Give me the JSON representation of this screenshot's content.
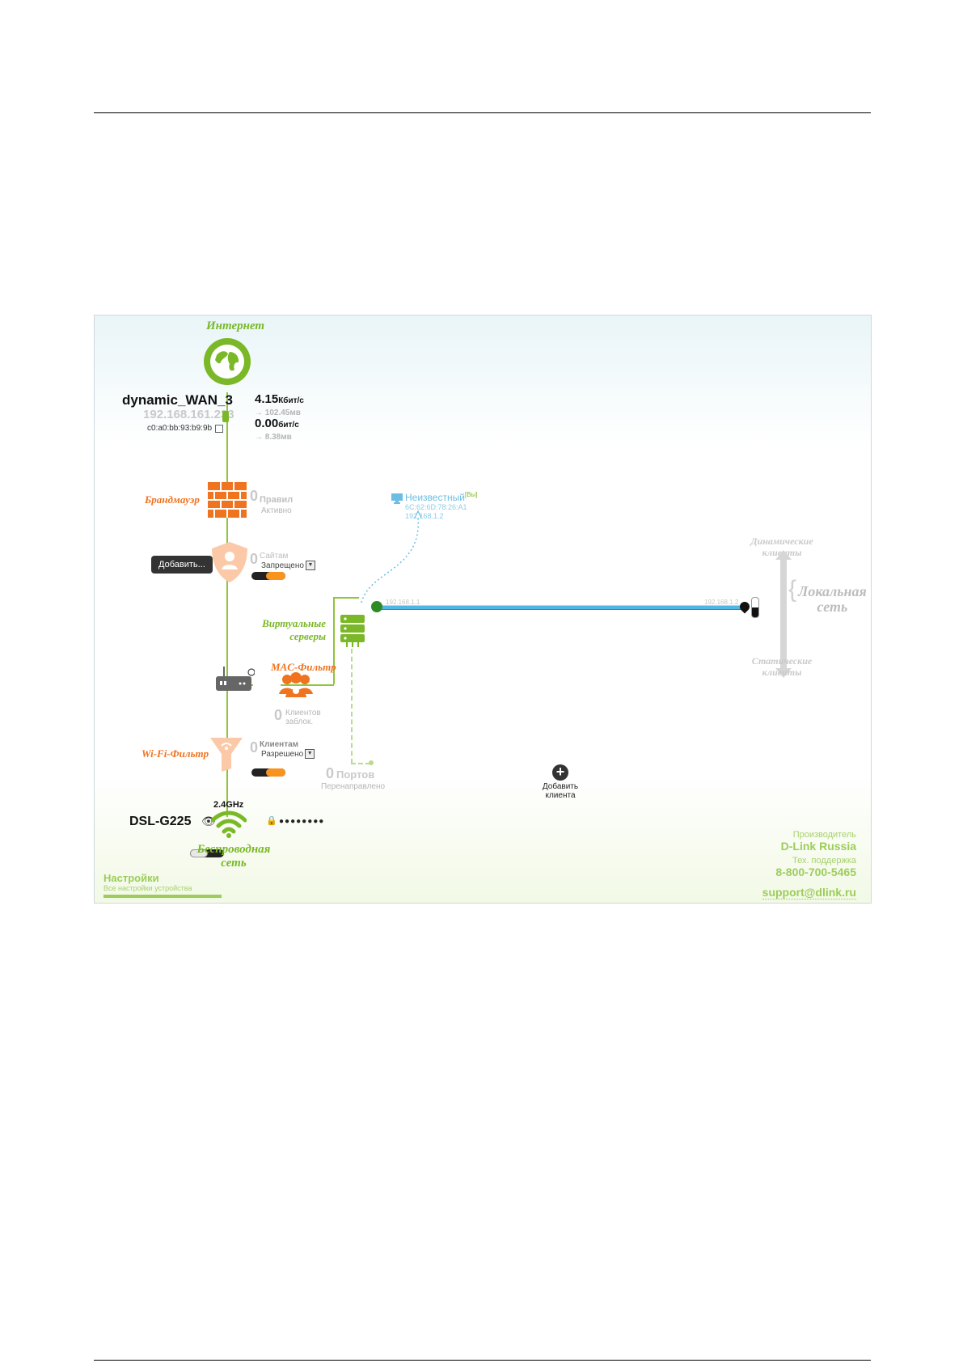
{
  "internet": {
    "title": "Интернет"
  },
  "wan": {
    "name": "dynamic_WAN_3",
    "ip": "192.168.161.233",
    "mac": "c0:a0:bb:93:b9:9b",
    "down_rate": "4.15",
    "down_unit": "Кбит/с",
    "down_total": "→ 102.45мв",
    "up_rate": "0.00",
    "up_unit": "бит/с",
    "up_total": "→ 8.38мв"
  },
  "firewall": {
    "title": "Брандмауэр",
    "count": "0",
    "label": "Правил",
    "sublabel": "Активно"
  },
  "parental": {
    "count": "0",
    "label": "Сайтам",
    "select_value": "Запрещено",
    "tooltip": "Добавить..."
  },
  "virtual_servers": {
    "title_line1": "Виртуальные",
    "title_line2": "серверы",
    "count": "0",
    "label": "Портов",
    "sublabel": "Перенаправлено"
  },
  "mac_filter": {
    "title": "MAC-Фильтр",
    "count": "0",
    "label_line1": "Клиентов",
    "label_line2": "заблок."
  },
  "wifi_filter": {
    "title": "Wi-Fi-Фильтр",
    "count": "0",
    "label": "Клиентам",
    "select_value": "Разрешено"
  },
  "wireless": {
    "band": "2.4GHz",
    "ssid": "DSL-G225",
    "password_mask": "●●●●●●●●",
    "title_line1": "Беспроводная",
    "title_line2": "сеть"
  },
  "unknown_client": {
    "name": "Неизвестный",
    "badge": "[Вы]",
    "mac": "6C:62:6D:78:26:A1",
    "ip": "192.168.1.2"
  },
  "lan": {
    "left_ip": "192.168.1.1",
    "right_ip": "192.168.1.2",
    "title_line1": "Локальная",
    "title_line2": "сеть",
    "dynamic_line1": "Динамические",
    "dynamic_line2": "клиенты",
    "static_line1": "Статические",
    "static_line2": "клиенты"
  },
  "add_client": {
    "label_line1": "Добавить",
    "label_line2": "клиента"
  },
  "settings": {
    "title": "Настройки",
    "subtitle": "Все настройки устройства"
  },
  "vendor": {
    "label": "Производитель",
    "name": "D-Link Russia",
    "support_label": "Тех. поддержка",
    "phone": "8-800-700-5465",
    "email": "support@dlink.ru"
  },
  "colors": {
    "green": "#7ab828",
    "orange": "#f07320",
    "blue": "#4fb6e5"
  }
}
